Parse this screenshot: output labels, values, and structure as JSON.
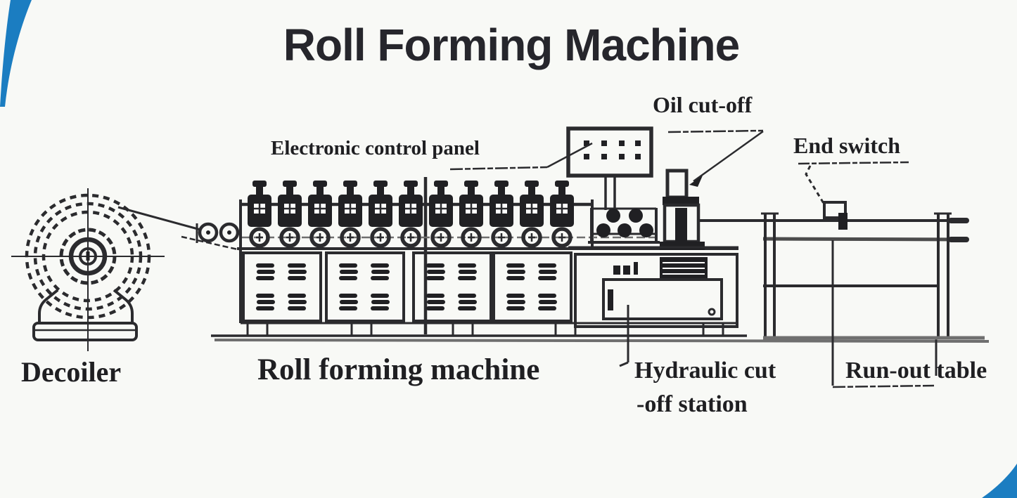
{
  "title": "Roll Forming Machine",
  "colors": {
    "accent_blue": "#1b7dc1",
    "ink": "#26262c",
    "background": "#f8f9f6"
  },
  "diagram": {
    "labels": {
      "decoiler": "Decoiler",
      "roll_forming_machine": "Roll forming machine",
      "electronic_control_panel": "Electronic control panel",
      "oil_cut_off": "Oil cut-off",
      "end_switch": "End switch",
      "hydraulic_line1": "Hydraulic cut",
      "hydraulic_line2": "-off station",
      "run_out_table": "Run-out table"
    },
    "roll_stand_count": 11,
    "cabinet_count": 4,
    "control_panel_indicator_rows": 2,
    "control_panel_indicator_cols": 4
  }
}
